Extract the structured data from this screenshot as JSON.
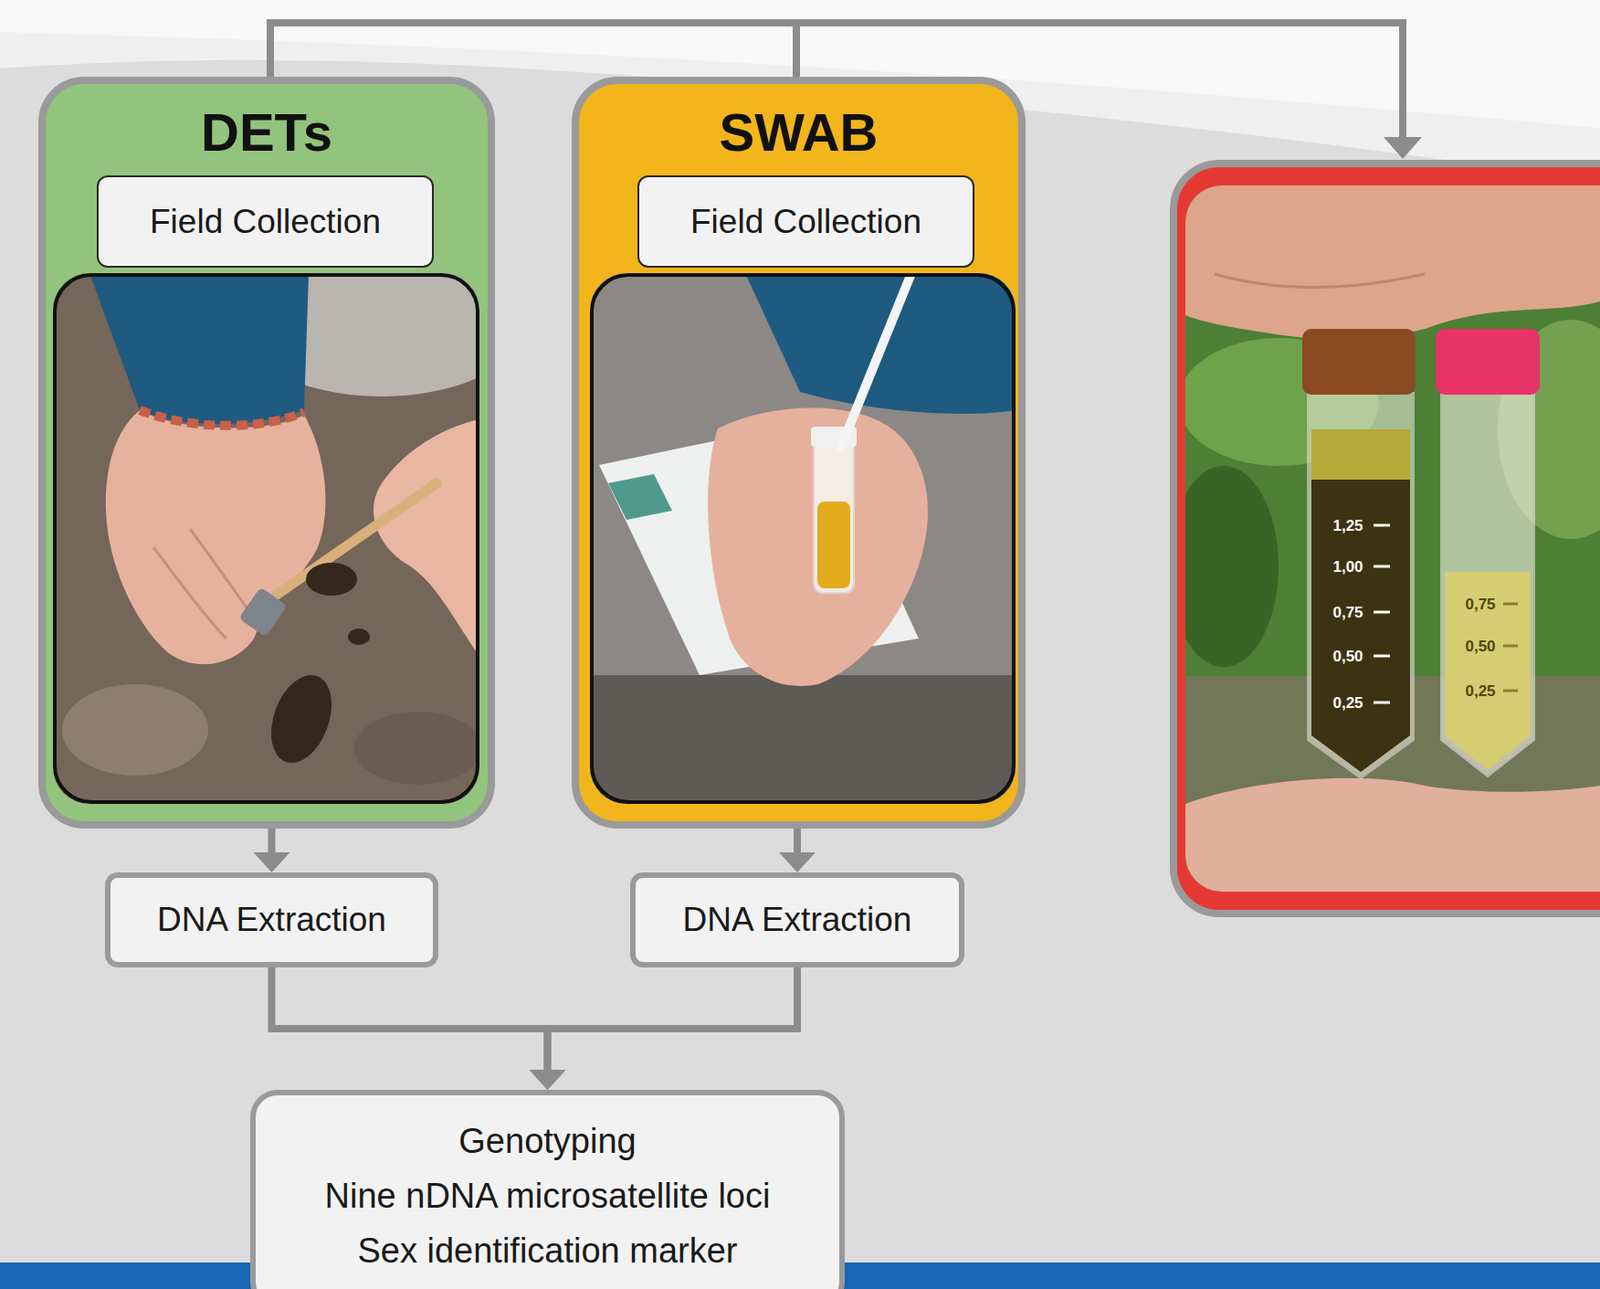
{
  "diagram": {
    "nodes": [
      {
        "text": [
          "DETs"
        ]
      },
      {
        "text": [
          "Field Collection"
        ],
        "in": 0
      },
      {
        "text": [
          "SWAB"
        ]
      },
      {
        "text": [
          "Field Collection"
        ],
        "in": 2
      },
      {
        "text": [
          "DNA Extraction"
        ]
      },
      {
        "text": [
          "DNA Extraction"
        ]
      },
      {
        "text": [
          "Genotyping",
          "Nine nDNA microsatellite loci",
          "Sex identification marker"
        ]
      }
    ],
    "edges": [
      {
        "from": 0,
        "to": 4,
        "arrow": "to"
      },
      {
        "from": 2,
        "to": 5,
        "arrow": "to"
      },
      {
        "from": 4,
        "to": 6,
        "arrow": "to"
      },
      {
        "from": 5,
        "to": 6,
        "arrow": "to"
      }
    ],
    "labels": [
      "1,25",
      "1,00",
      "0,75",
      "0,50",
      "0,25",
      "0,75",
      "0,50",
      "0,25"
    ]
  }
}
